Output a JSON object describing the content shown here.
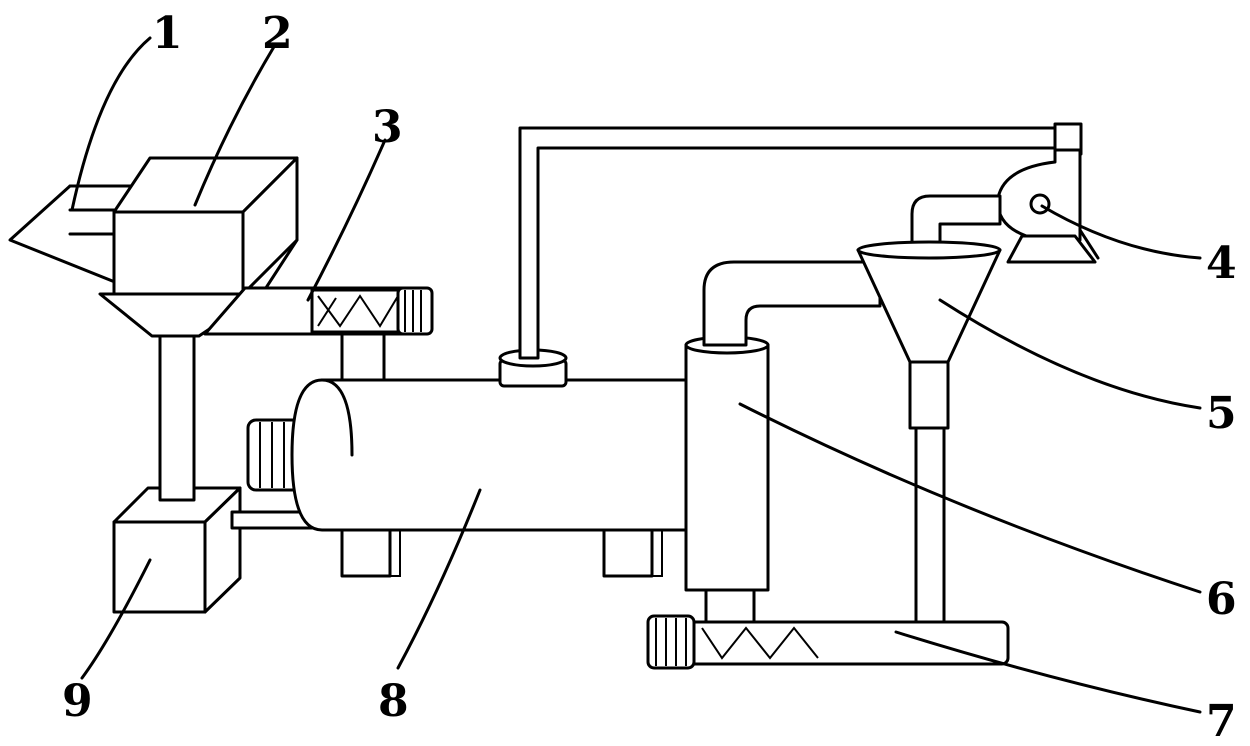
{
  "callouts": {
    "c1": "1",
    "c2": "2",
    "c3": "3",
    "c4": "4",
    "c5": "5",
    "c6": "6",
    "c7": "7",
    "c8": "8",
    "c9": "9"
  },
  "colors": {
    "stroke": "#000000",
    "background": "#ffffff"
  }
}
